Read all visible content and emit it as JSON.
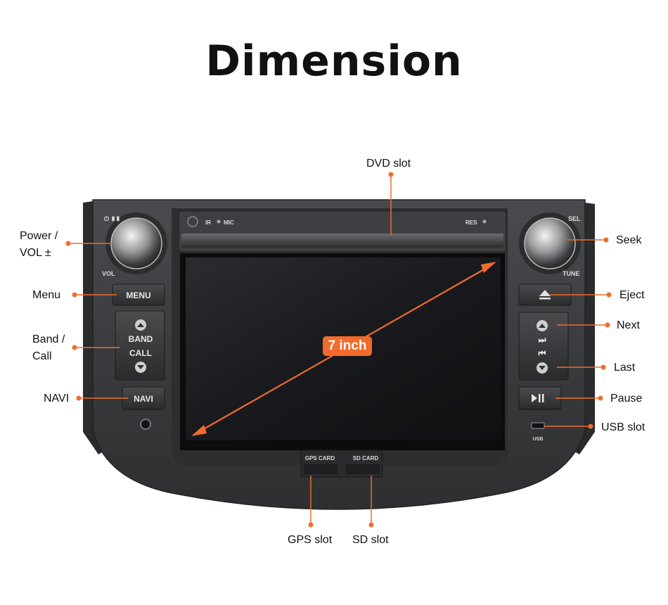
{
  "title": "Dimension",
  "screen_size_label": "7 inch",
  "device_labels": {
    "power": "⏻ ▮▮",
    "vol": "VOL",
    "sel": "SEL",
    "tune": "TUNE",
    "ir": "IR",
    "mic": "MIC",
    "res": "RES",
    "menu": "MENU",
    "band": "BAND",
    "call": "CALL",
    "navi": "NAVI",
    "usb": "USB",
    "gps_card": "GPS CARD",
    "sd_card": "SD CARD"
  },
  "callouts": {
    "dvd_slot": "DVD slot",
    "power_line1": "Power /",
    "power_line2": "VOL ±",
    "menu": "Menu",
    "band_line1": "Band /",
    "band_line2": "Call",
    "navi": "NAVI",
    "seek": "Seek",
    "eject": "Eject",
    "next": "Next",
    "last": "Last",
    "pause": "Pause",
    "usb_slot": "USB slot",
    "gps_slot": "GPS slot",
    "sd_slot": "SD slot"
  },
  "colors": {
    "accent": "#f26b2c",
    "device_body": "#3a3b3d",
    "screen": "#141517"
  }
}
